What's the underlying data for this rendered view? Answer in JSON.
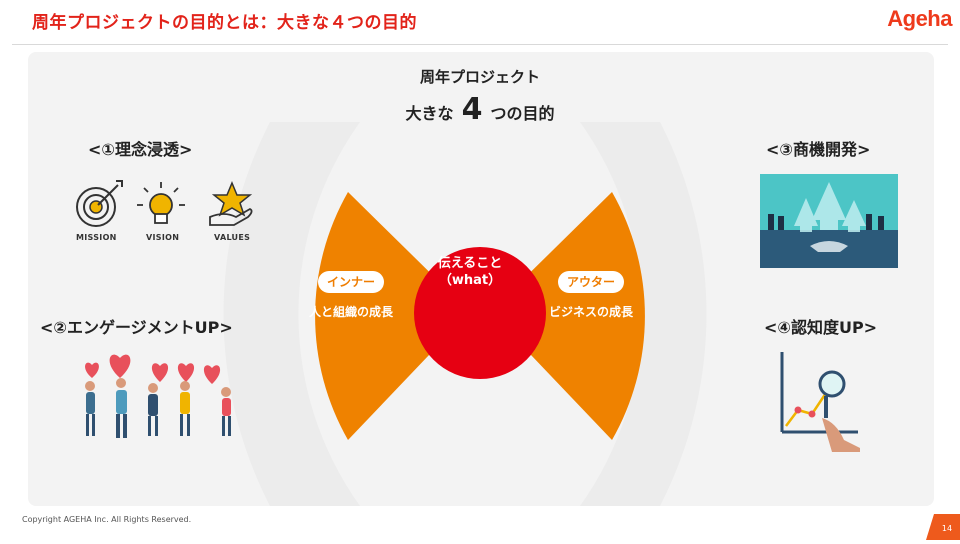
{
  "header": {
    "title": "周年プロジェクトの目的とは：大きな４つの目的",
    "logo": "Ageha"
  },
  "center_caption": {
    "line1": "周年プロジェクト",
    "pre": "大きな",
    "num": "4",
    "post": "つの目的"
  },
  "purposes": [
    {
      "label": "<①理念浸透>"
    },
    {
      "label": "<②エンゲージメントUP>"
    },
    {
      "label": "<③商機開発>"
    },
    {
      "label": "<④認知度UP>"
    }
  ],
  "mvv_icons": [
    {
      "icon": "target-icon",
      "label": "MISSION"
    },
    {
      "icon": "lightbulb-icon",
      "label": "VISION"
    },
    {
      "icon": "star-hand-icon",
      "label": "VALUES"
    }
  ],
  "inner": {
    "tag": "インナー",
    "text": "人と組織の成長"
  },
  "outer": {
    "tag": "アウター",
    "text": "ビジネスの成長"
  },
  "core": {
    "line1": "伝えること",
    "line2": "（what）"
  },
  "colors": {
    "accent": "#ef8200",
    "red": "#e60012",
    "brand": "#ee3a1c"
  },
  "footer": {
    "copyright": "Copyright AGEHA Inc. All Rights Reserved.",
    "page": "14"
  }
}
